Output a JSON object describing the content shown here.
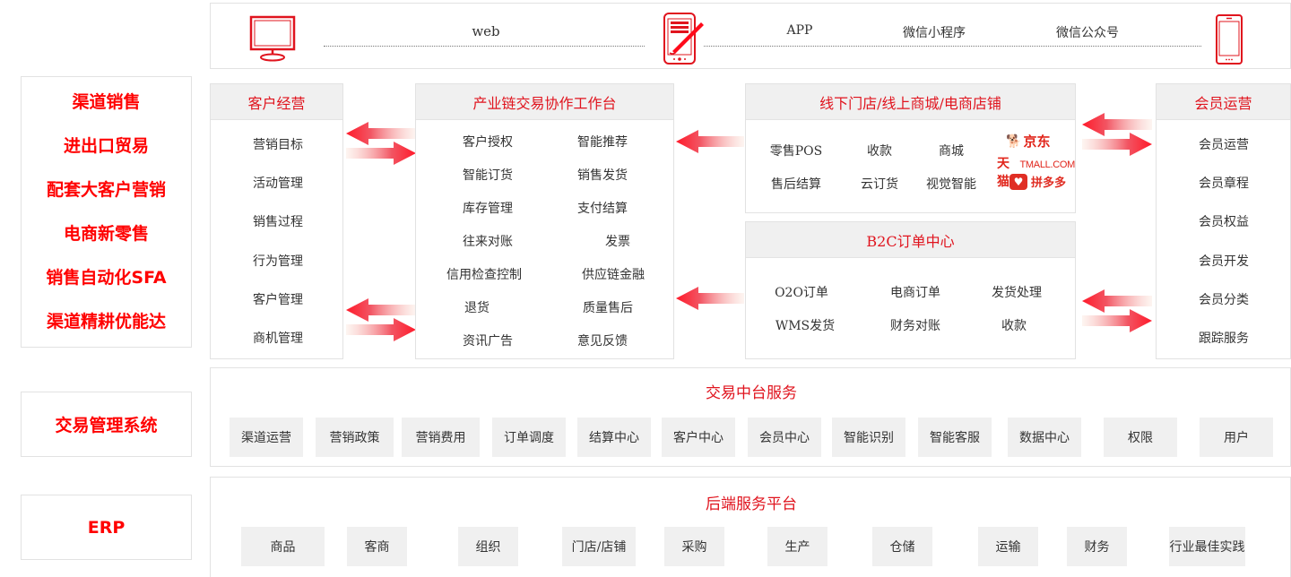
{
  "colors": {
    "accent": "#e0141e",
    "left_label": "#ff0000",
    "panel_header_bg": "#f0f0f0",
    "chip_bg": "#f0f0f0",
    "border": "#e2e2e2"
  },
  "channels": {
    "icons": [
      "desktop-monitor-icon",
      "tablet-pen-icon",
      "smartphone-icon"
    ],
    "web_label": "web",
    "labels": [
      "APP",
      "微信小程序",
      "微信公众号"
    ]
  },
  "left_labels": {
    "business": [
      "渠道销售",
      "进出口贸易",
      "配套大客户营销",
      "电商新零售",
      "销售自动化SFA",
      "渠道精耕优能达"
    ],
    "transaction": "交易管理系统",
    "erp": "ERP"
  },
  "customer_ops": {
    "title": "客户经营",
    "items": [
      "营销目标",
      "活动管理",
      "销售过程",
      "行为管理",
      "客户管理",
      "商机管理"
    ]
  },
  "workbench": {
    "title": "产业链交易协作工作台",
    "rows": [
      [
        "客户授权",
        "智能推荐"
      ],
      [
        "智能订货",
        "销售发货"
      ],
      [
        "库存管理",
        "支付结算"
      ],
      [
        "往来对账",
        "发票"
      ],
      [
        "信用检查控制",
        "供应链金融"
      ],
      [
        "退货",
        "质量售后"
      ],
      [
        "资讯广告",
        "意见反馈"
      ]
    ]
  },
  "stores": {
    "title": "线下门店/线上商城/电商店铺",
    "rows": [
      [
        "零售POS",
        "收款",
        "商城"
      ],
      [
        "售后结算",
        "云订货",
        "视觉智能"
      ]
    ],
    "platform_logos": [
      "京东",
      "天猫",
      "TMALL.COM",
      "拼多多"
    ]
  },
  "b2c": {
    "title": "B2C订单中心",
    "rows": [
      [
        "O2O订单",
        "电商订单",
        "发货处理"
      ],
      [
        "WMS发货",
        "财务对账",
        "收款"
      ]
    ]
  },
  "member_ops": {
    "title": "会员运营",
    "items": [
      "会员运营",
      "会员章程",
      "会员权益",
      "会员开发",
      "会员分类",
      "跟踪服务"
    ]
  },
  "middle_platform": {
    "title": "交易中台服务",
    "items": [
      "渠道运营",
      "营销政策",
      "营销费用",
      "订单调度",
      "结算中心",
      "客户中心",
      "会员中心",
      "智能识别",
      "智能客服",
      "数据中心",
      "权限",
      "用户"
    ]
  },
  "backend_platform": {
    "title": "后端服务平台",
    "items": [
      "商品",
      "客商",
      "组织",
      "门店/店铺",
      "采购",
      "生产",
      "仓储",
      "运输",
      "财务",
      "行业最佳实践"
    ]
  }
}
